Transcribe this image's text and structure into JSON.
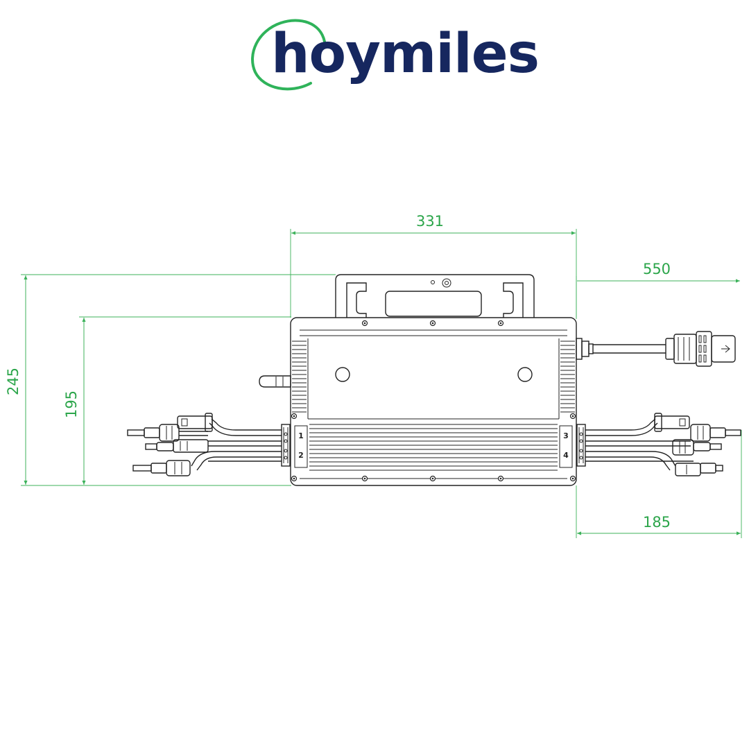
{
  "brand": {
    "name": "hoymiles",
    "colors": {
      "text": "#16275f",
      "swoosh": "#2fb35a"
    }
  },
  "dimensions": {
    "width_top": "331",
    "cable_right": "550",
    "height_total": "245",
    "height_body": "195",
    "dc_cable_right": "185"
  },
  "ports": [
    "1",
    "2",
    "3",
    "4"
  ],
  "colors": {
    "dimension": "#2ba54a",
    "drawing": "#222222"
  }
}
